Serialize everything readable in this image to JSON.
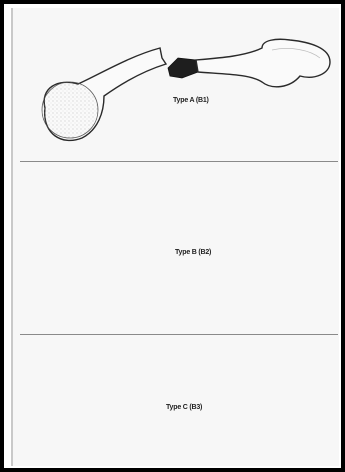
{
  "panels": [
    {
      "id": "a",
      "caption": "Type A (B1)"
    },
    {
      "id": "b",
      "caption": "Type B (B2)"
    },
    {
      "id": "c",
      "caption": "Type C (B3)"
    }
  ],
  "colors": {
    "frame": "#000000",
    "paper": "#f7f7f7",
    "ink": "#222222",
    "divider": "#8a8a8a"
  }
}
